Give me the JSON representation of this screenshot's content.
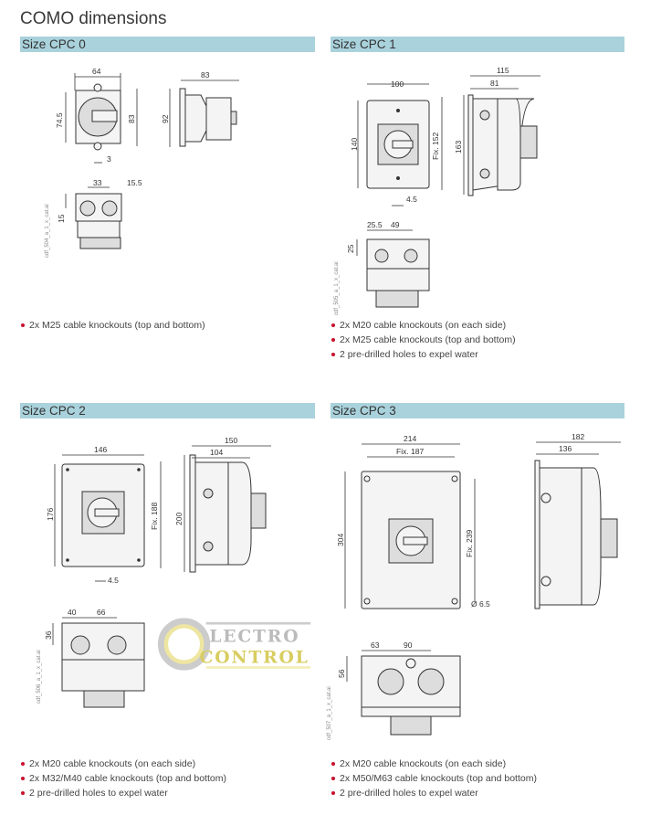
{
  "page_title": "COMO dimensions",
  "sections": [
    {
      "heading": "Size CPC 0",
      "dims": {
        "width": "64",
        "height_a": "74.5",
        "height_b": "83",
        "hole": "3",
        "side_depth": "83",
        "side_height": "92",
        "gland_spacing": "33",
        "gland_edge": "15.5",
        "gland_offset": "15"
      },
      "drawing_code": "cdf_504_a_1_x_cat.ai",
      "features": [
        "2x M25 cable knockouts (top and bottom)"
      ]
    },
    {
      "heading": "Size CPC 1",
      "dims": {
        "width": "100",
        "height": "140",
        "fix": "Fix. 152",
        "hole": "4.5",
        "side_total": "115",
        "side_depth": "81",
        "side_height": "163",
        "gland_edge": "25.5",
        "gland_spacing": "49",
        "gland_offset": "25"
      },
      "drawing_code": "cdf_505_a_1_x_cat.ai",
      "features": [
        "2x M20 cable knockouts (on each side)",
        "2x M25 cable knockouts (top and bottom)",
        "2 pre-drilled holes to expel water"
      ]
    },
    {
      "heading": "Size CPC 2",
      "dims": {
        "width": "146",
        "height": "176",
        "fix": "Fix. 188",
        "hole": "4.5",
        "side_total": "150",
        "side_depth": "104",
        "side_height": "200",
        "gland_edge": "40",
        "gland_spacing": "66",
        "gland_offset": "36"
      },
      "drawing_code": "cdf_506_a_1_x_cat.ai",
      "features": [
        "2x M20 cable knockouts (on each side)",
        "2x M32/M40 cable knockouts (top and bottom)",
        "2 pre-drilled holes to expel water"
      ]
    },
    {
      "heading": "Size CPC 3",
      "dims": {
        "width": "214",
        "fix_w": "Fix. 187",
        "height": "304",
        "fix_h": "Fix. 239",
        "hole": "Ø 6.5",
        "side_total": "182",
        "side_depth": "136",
        "gland_edge": "63",
        "gland_spacing": "90",
        "gland_offset": "56"
      },
      "drawing_code": "cdf_507_a_1_x_cat.ai",
      "features": [
        "2x M20 cable knockouts (on each side)",
        "2x M50/M63 cable knockouts (top and bottom)",
        "2 pre-drilled holes to expel water"
      ]
    }
  ],
  "watermark": {
    "line1": "LECTRO",
    "line2": "CONTROL"
  },
  "colors": {
    "section_bar": "#a9d2dc",
    "bullet": "#c8102e"
  }
}
